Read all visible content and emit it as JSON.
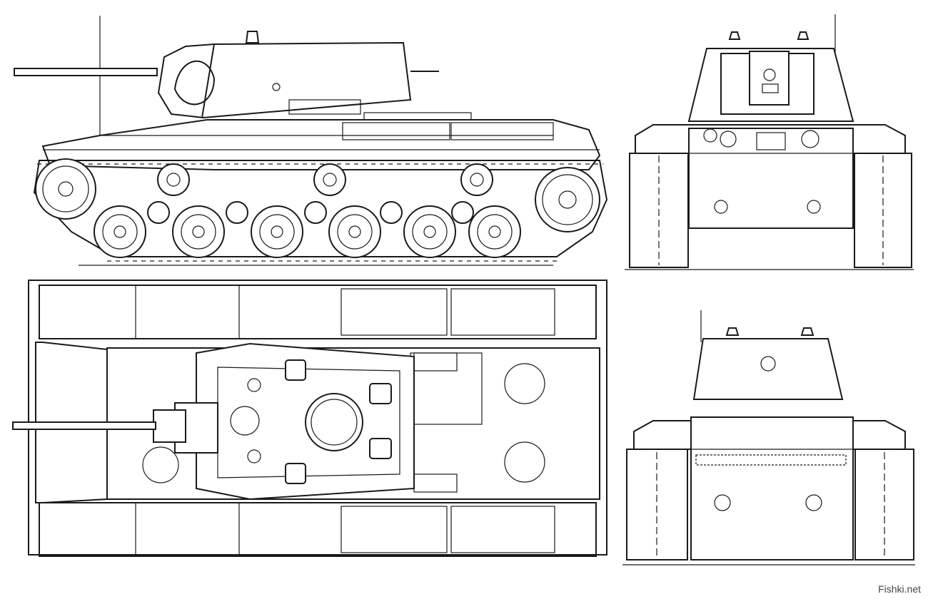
{
  "watermark": "Fishki.net",
  "views": [
    "side-elevation",
    "front-elevation",
    "plan-view",
    "rear-elevation"
  ],
  "colors": {
    "line": "#1a1a1a",
    "paper": "#ffffff"
  }
}
